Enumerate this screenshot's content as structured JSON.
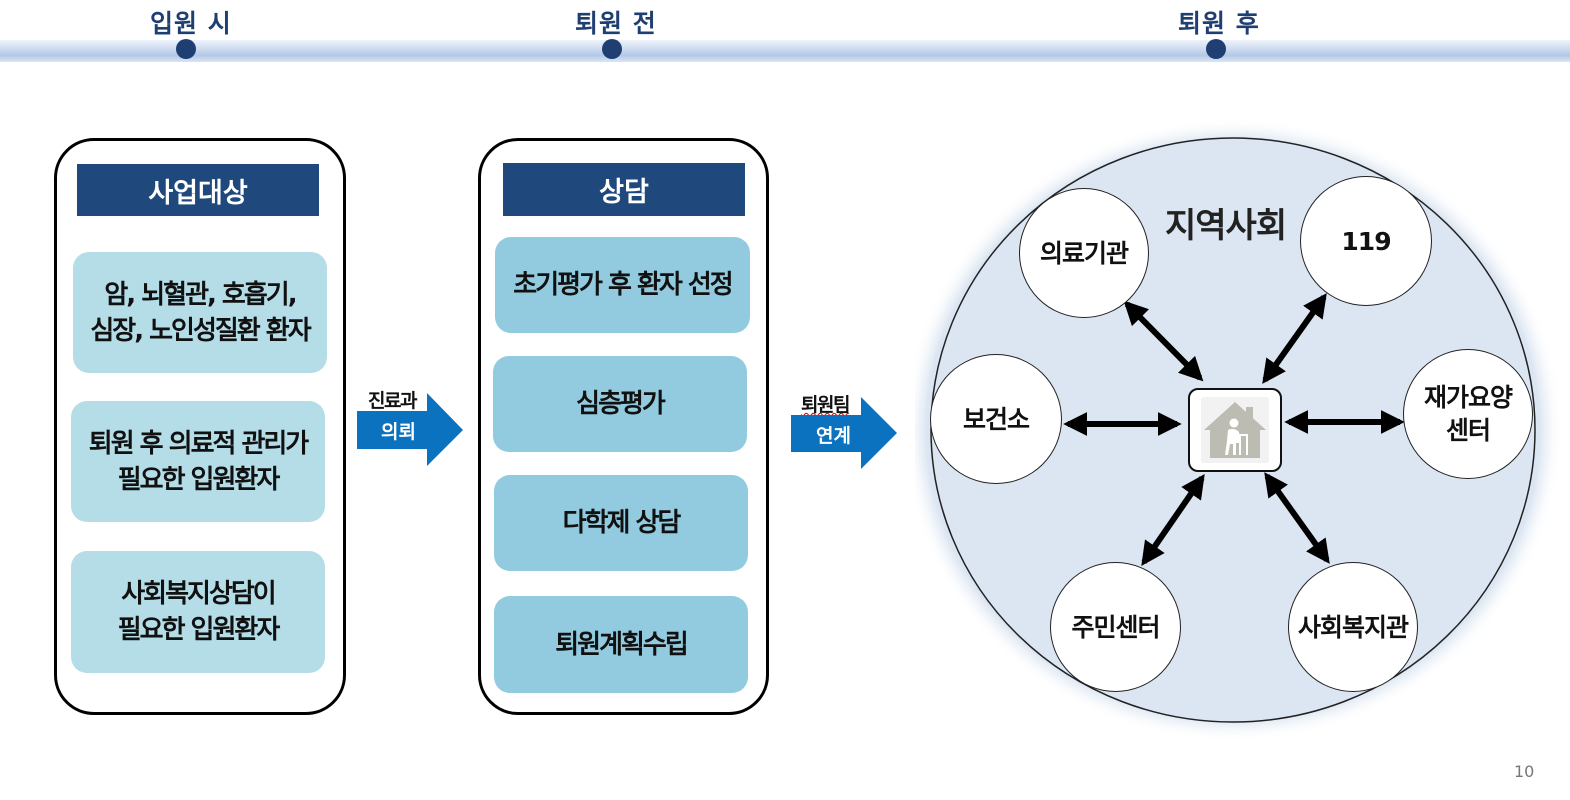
{
  "timeline": {
    "stages": [
      "입원 시",
      "퇴원 전",
      "퇴원 후"
    ]
  },
  "target_panel": {
    "header": "사업대상",
    "cards": [
      "암, 뇌혈관, 호흡기,\n심장, 노인성질환 환자",
      "퇴원 후 의료적 관리가\n필요한 입원환자",
      "사회복지상담이\n필요한 입원환자"
    ]
  },
  "referral_arrow": {
    "top_label": "진료과",
    "inner_label": "의뢰"
  },
  "consult_panel": {
    "header": "상담",
    "cards": [
      "초기평가 후 환자 선정",
      "심층평가",
      "다학제 상담",
      "퇴원계획수립"
    ]
  },
  "link_arrow": {
    "top_label": "퇴원팀",
    "inner_label": "연계"
  },
  "community": {
    "title": "지역사회",
    "nodes": {
      "medical": "의료기관",
      "emergency": "119",
      "health_center": "보건소",
      "home_care": "재가요양\n센터",
      "resident_center": "주민센터",
      "welfare_center": "사회복지관"
    },
    "center_icon": "elderly-person-house-icon"
  },
  "colors": {
    "navy": "#1f497d",
    "timeline_text": "#1f3f73",
    "card_light": "#b4dde8",
    "card_mid": "#92cbdf",
    "arrow_blue": "#0b72bf",
    "community_fill": "#dce6f2"
  },
  "page_number": "10"
}
